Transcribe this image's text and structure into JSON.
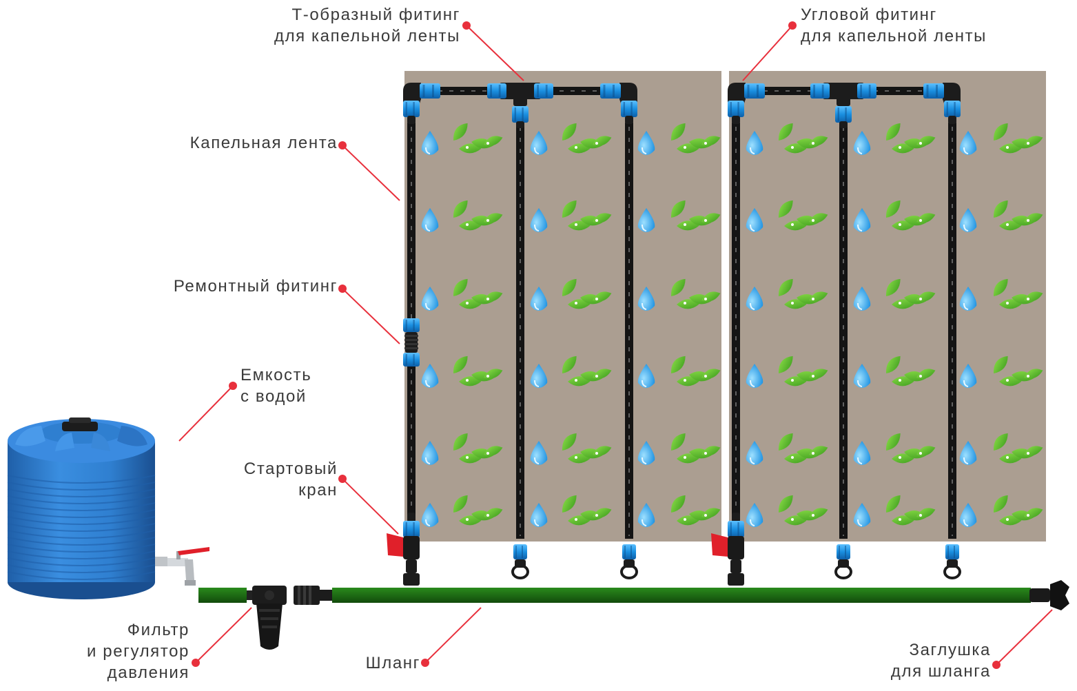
{
  "colors": {
    "bed": "#ab9e91",
    "tape": "#141414",
    "fitting_blue": "#1a8fe0",
    "fitting_black": "#1c1c1c",
    "hose": "#1e6b14",
    "hose_dark": "#124a0c",
    "tank": "#2f7fd0",
    "valve_red": "#e0202a",
    "label_text": "#3a3a3a",
    "leader_line": "#e8303c",
    "leaf": "#5cbf2c",
    "drop": "#2aa4e8"
  },
  "icons": {
    "plant": "leaf-icon",
    "water": "water-drop-icon"
  },
  "labels": {
    "t_fitting": {
      "line1": "Т-образный фитинг",
      "line2": "для капельной ленты"
    },
    "corner_fitting": {
      "line1": "Угловой фитинг",
      "line2": "для капельной ленты"
    },
    "drip_tape": {
      "line1": "Капельная лента"
    },
    "repair_fitting": {
      "line1": "Ремонтный фитинг"
    },
    "water_tank": {
      "line1": "Емкость",
      "line2": "с водой"
    },
    "start_valve": {
      "line1": "Стартовый",
      "line2": "кран"
    },
    "filter": {
      "line1": "Фильтр",
      "line2": "и регулятор",
      "line3": "давления"
    },
    "hose": {
      "line1": "Шланг"
    },
    "hose_plug": {
      "line1": "Заглушка",
      "line2": "для шланга"
    }
  }
}
